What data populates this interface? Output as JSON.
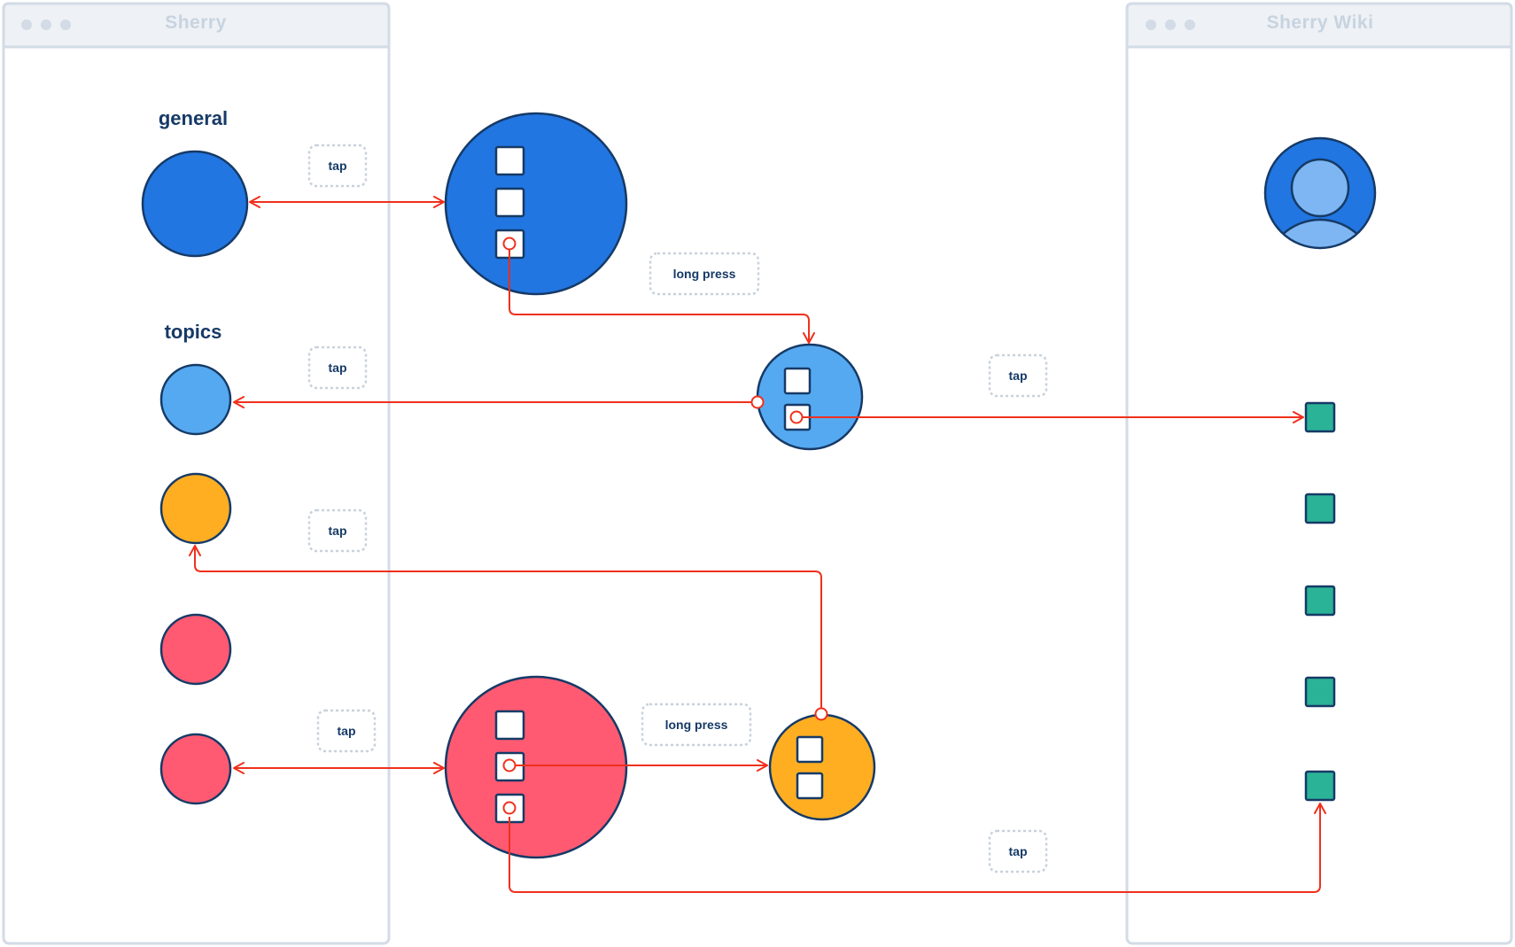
{
  "windows": {
    "left": {
      "title": "Sherry"
    },
    "right": {
      "title": "Sherry Wiki"
    }
  },
  "sections": {
    "general": "general",
    "topics": "topics"
  },
  "actions": {
    "tap_1": "tap",
    "long_press_1": "long press",
    "tap_2": "tap",
    "tap_3": "tap",
    "tap_4": "tap",
    "tap_5": "tap",
    "long_press_2": "long press",
    "tap_6": "tap"
  },
  "colors": {
    "general_blue": "#2176e2",
    "topic_light_blue": "#55a9f0",
    "topic_yellow": "#ffae22",
    "topic_red": "#ff5a72",
    "wiki_green": "#2bb397",
    "arrow_red": "#f0301c",
    "outline_navy": "#163a66"
  },
  "icons": {
    "avatar": "user-avatar-icon"
  }
}
